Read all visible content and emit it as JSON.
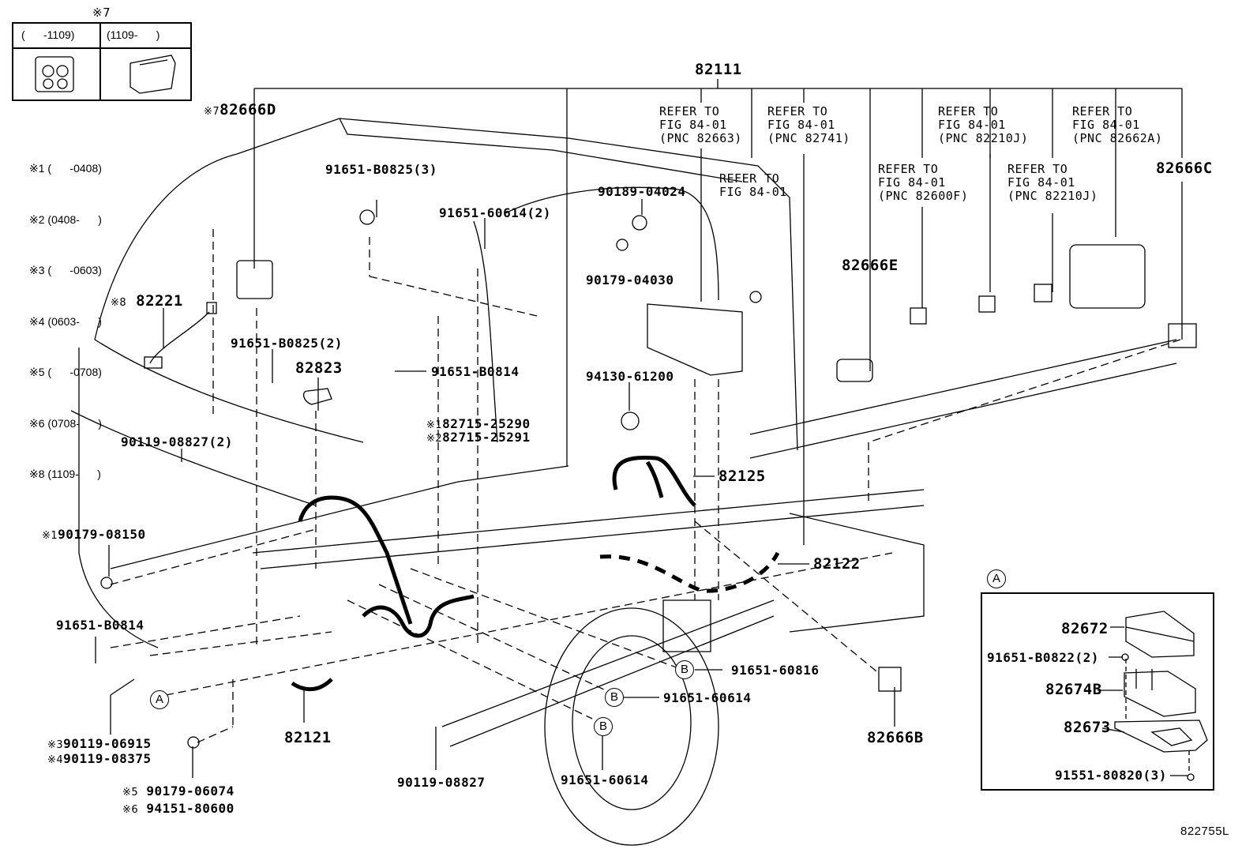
{
  "diagram": {
    "figure_id": "822755L",
    "variant_table": {
      "mark": "※7",
      "columns": [
        "(      -1109)",
        "(1109-      )"
      ]
    },
    "footnotes": [
      {
        "mark": "※1",
        "range": "(      -0408)"
      },
      {
        "mark": "※2",
        "range": "(0408-      )"
      },
      {
        "mark": "※3",
        "range": "(      -0603)"
      },
      {
        "mark": "※4",
        "range": "(0603-      )"
      },
      {
        "mark": "※5",
        "range": "(      -0708)"
      },
      {
        "mark": "※6",
        "range": "(0708-      )"
      },
      {
        "mark": "※8",
        "range": "(1109-      )"
      }
    ],
    "main_harness": "82111",
    "refer_notes": [
      "REFER TO\nFIG 84-01\n(PNC 82663)",
      "REFER TO\nFIG 84-01",
      "REFER TO\nFIG 84-01\n(PNC 82741)",
      "REFER TO\nFIG 84-01\n(PNC 82600F)",
      "REFER TO\nFIG 84-01\n(PNC 82210J)",
      "REFER TO\nFIG 84-01\n(PNC 82210J)",
      "REFER TO\nFIG 84-01\n(PNC 82662A)"
    ],
    "parts": {
      "p82666D": {
        "mark": "※7",
        "pn": "82666D"
      },
      "p82666C": "82666C",
      "p82666E": "82666E",
      "p82666B": "82666B",
      "p91651_B0825_3": "91651-B0825(3)",
      "p91651_60614_2": "91651-60614(2)",
      "p90189_04024": "90189-04024",
      "p90179_04030": "90179-04030",
      "p82221": {
        "mark": "※8",
        "pn": "82221"
      },
      "p91651_B0825_2": "91651-B0825(2)",
      "p82823": "82823",
      "p91651_B0814_a": "91651-B0814",
      "p94130_61200": "94130-61200",
      "p82715_25290": {
        "mark": "※1",
        "pn": "82715-25290"
      },
      "p82715_25291": {
        "mark": "※2",
        "pn": "82715-25291"
      },
      "p90119_08827_2": "90119-08827(2)",
      "p82125": "82125",
      "p90179_08150": {
        "mark": "※1",
        "pn": "90179-08150"
      },
      "p82122": "82122",
      "p91651_B0814_b": "91651-B0814",
      "p91651_60816": "91651-60816",
      "p91651_60614_a": "91651-60614",
      "p91651_60614_b": "91651-60614",
      "p82121": "82121",
      "p90119_06915": {
        "mark": "※3",
        "pn": "90119-06915"
      },
      "p90119_08375": {
        "mark": "※4",
        "pn": "90119-08375"
      },
      "p90119_08827": "90119-08827",
      "p90179_06074": {
        "mark": "※5",
        "pn": "90179-06074"
      },
      "p94151_80600": {
        "mark": "※6",
        "pn": "94151-80600"
      }
    },
    "callout_letters": {
      "a": "A",
      "b": "B"
    },
    "inset": {
      "label": "A",
      "parts": {
        "p82672": "82672",
        "p91651_B0822": "91651-B0822(2)",
        "p82674B": "82674B",
        "p82673": "82673",
        "p91551_80820": "91551-80820(3)"
      }
    }
  }
}
